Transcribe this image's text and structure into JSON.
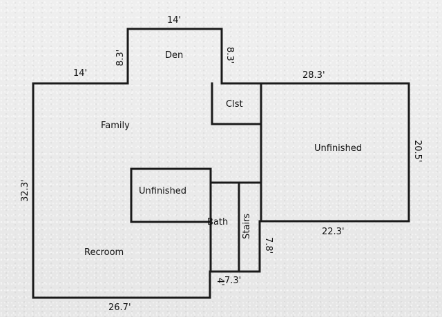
{
  "rooms": {
    "den": "Den",
    "closet": "Clst",
    "family": "Family",
    "unfinished_right": "Unfinished",
    "unfinished_center": "Unfinished",
    "bath": "Bath",
    "stairs": "Stairs",
    "recroom": "Recroom"
  },
  "dimensions": {
    "den_top": "14'",
    "den_left": "8.3'",
    "den_right": "8.3'",
    "main_top_left": "14'",
    "main_top_right": "28.3'",
    "main_left": "32.3'",
    "right_side": "20.5'",
    "unfinished_bottom": "22.3'",
    "stairs_side": "7.8'",
    "small_width": "7.3'",
    "small_height": "4'",
    "main_bottom": "26.7'"
  },
  "style": {
    "wall_color": "#1a1a1a",
    "background_color": "#ececec"
  }
}
